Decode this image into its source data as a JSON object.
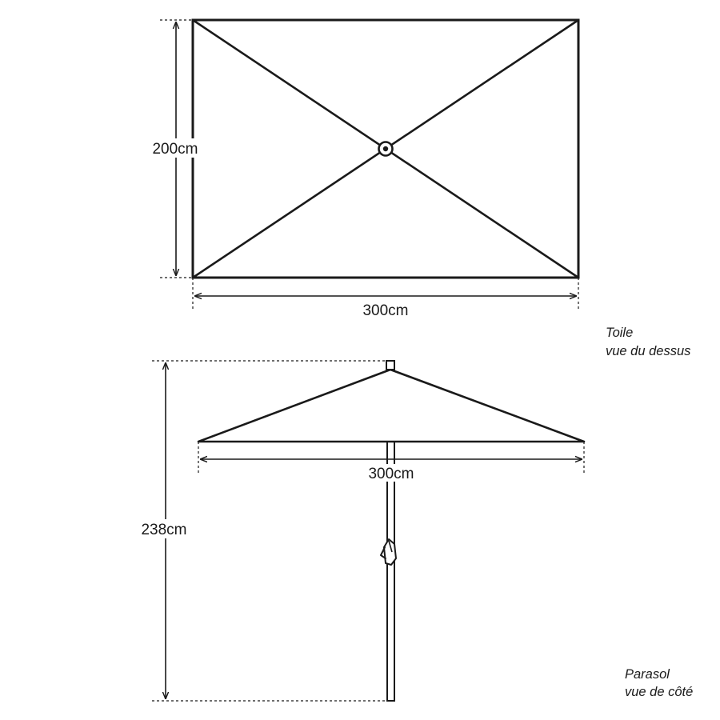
{
  "top_view": {
    "height_label": "200cm",
    "width_label": "300cm",
    "caption_line1": "Toile",
    "caption_line2": "vue du dessus"
  },
  "side_view": {
    "height_label": "238cm",
    "width_label": "300cm",
    "caption_line1": "Parasol",
    "caption_line2": "vue de côté"
  },
  "colors": {
    "stroke": "#1a1a1a"
  }
}
